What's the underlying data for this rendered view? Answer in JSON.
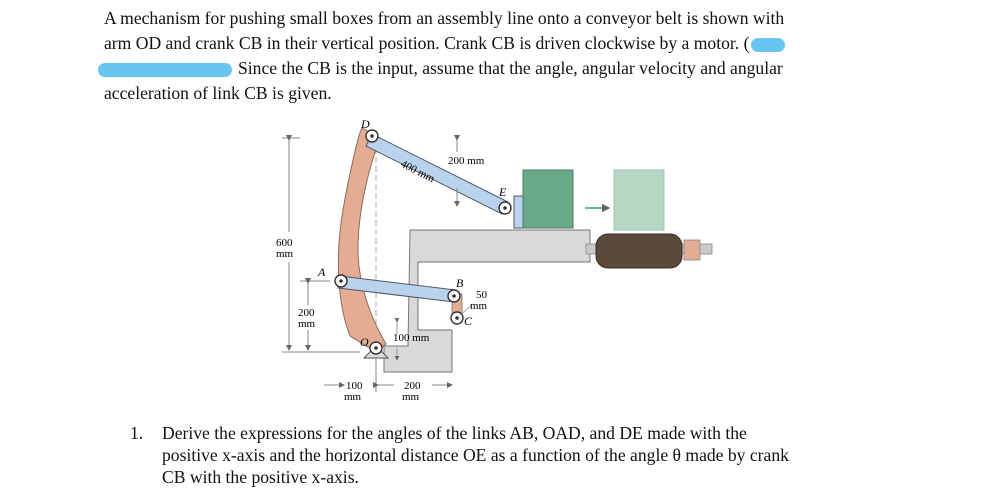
{
  "intro": {
    "line1": "A mechanism for pushing small boxes from an assembly line onto a conveyor belt is shown with",
    "line2": "arm OD and crank CB in their vertical position. Crank CB is driven clockwise by a motor. (",
    "line3": "Since the CB is the input, assume that the angle, angular velocity and angular",
    "line4": "acceleration of link CB is given."
  },
  "figure": {
    "labels": {
      "D": "D",
      "A": "A",
      "O": "O",
      "B": "B",
      "C": "C",
      "E": "E"
    },
    "dims": {
      "d200mm_top": "200 mm",
      "d400mm": "400 mm",
      "d600": "600",
      "d600_unit": "mm",
      "d200_left": "200",
      "d200_left_unit": "mm",
      "d50": "50",
      "d50_unit": "mm",
      "d100mm": "100 mm",
      "d100_bottom": "100",
      "d100_bottom_unit": "mm",
      "d200_bottom": "200",
      "d200_bottom_unit": "mm"
    },
    "colors": {
      "arm": "#e3ac93",
      "link": "#b9d3ec",
      "box_green": "#6aa987",
      "box_light": "#b5d7c4",
      "roller": "#5b4a3a",
      "redaction": "#5fc3ef"
    }
  },
  "question": {
    "number": "1.",
    "line1": "Derive the expressions for the angles of the links AB, OAD, and DE made with the",
    "line2": "positive x-axis and the horizontal distance OE as a function of the angle θ made by crank",
    "line3": "CB with the positive x-axis."
  }
}
